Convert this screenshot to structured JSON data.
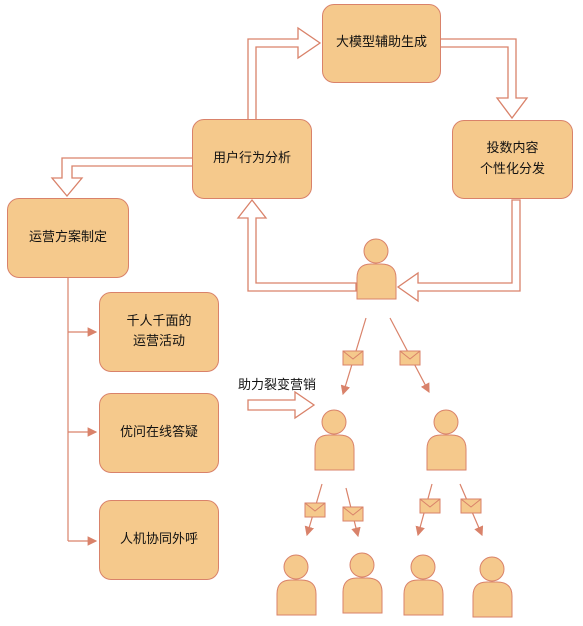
{
  "nodes": {
    "model": "大模型辅助生成",
    "distribute": "投数内容\n个性化分发",
    "analysis": "用户行为分析",
    "plan": "运营方案制定",
    "activity": "千人千面的\n运营活动",
    "answer": "优问在线答疑",
    "call": "人机协同外呼"
  },
  "labels": {
    "viral": "助力裂变营销"
  },
  "colors": {
    "fill": "#f5c98c",
    "stroke": "#d9826a"
  },
  "icons": [
    "person-icon",
    "envelope-icon",
    "hollow-arrow-icon"
  ]
}
